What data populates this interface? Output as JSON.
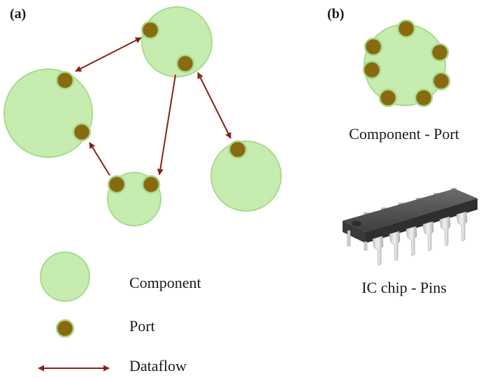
{
  "panels": {
    "a": {
      "label": "(a)"
    },
    "b": {
      "label": "(b)"
    }
  },
  "legend": {
    "component": "Component",
    "port": "Port",
    "dataflow": "Dataflow"
  },
  "captions": {
    "component_port": "Component - Port",
    "ic_chip": "IC chip - Pins"
  },
  "colors": {
    "component_fill": "#c6ecb0",
    "component_stroke": "#a6dc8c",
    "port_fill": "#8a6a10",
    "arrow": "#8c1f14",
    "chip_body": "#4a4a4a",
    "chip_pins": "#d8d8d8"
  }
}
